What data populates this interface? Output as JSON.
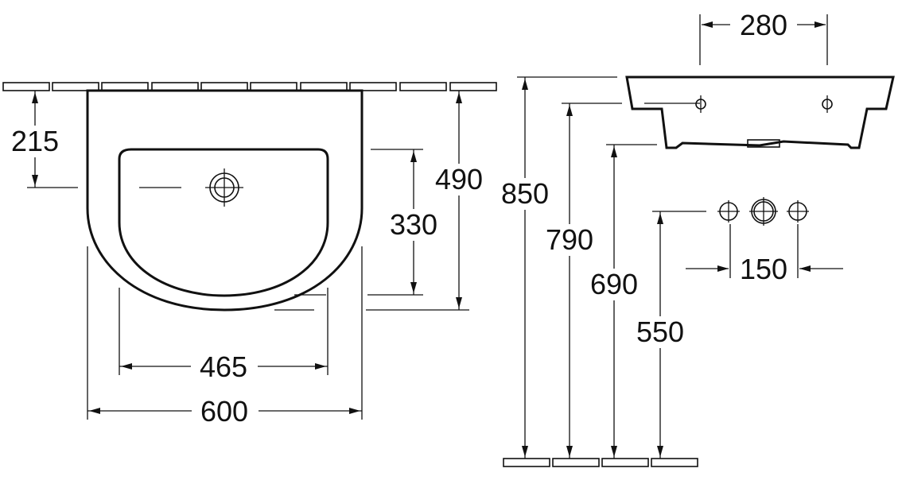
{
  "dimensions": {
    "d215": "215",
    "d490": "490",
    "d330": "330",
    "d465": "465",
    "d600": "600",
    "d850": "850",
    "d790": "790",
    "d690": "690",
    "d550": "550",
    "d280": "280",
    "d150": "150"
  }
}
